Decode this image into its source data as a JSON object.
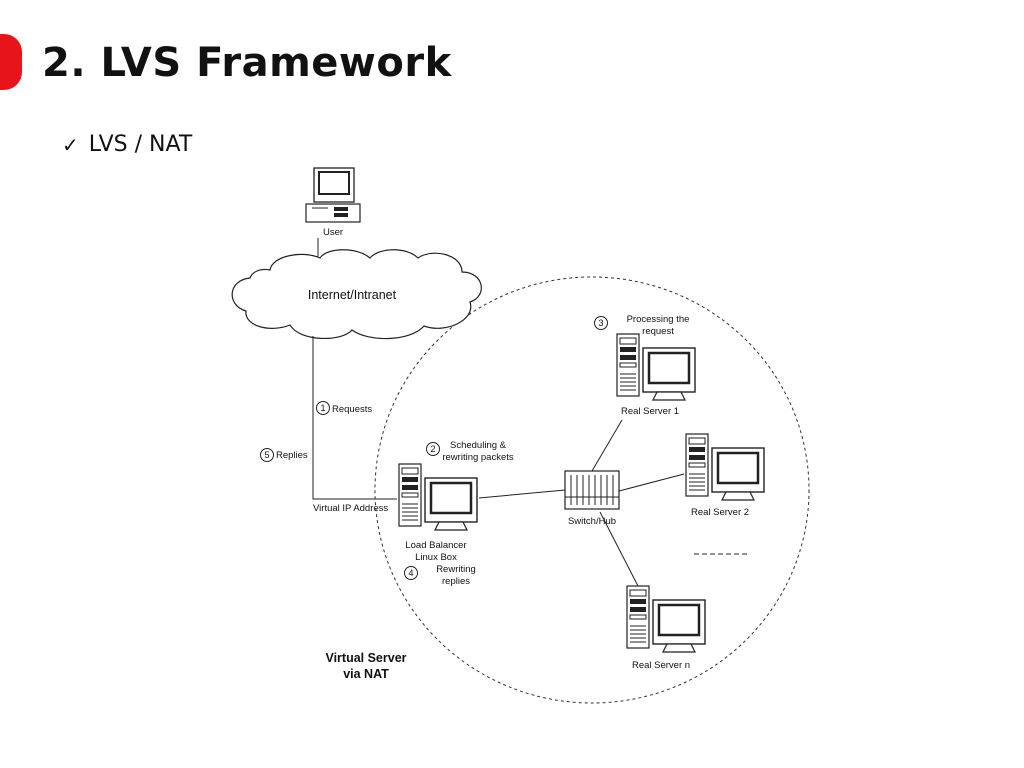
{
  "slide": {
    "title": "2. LVS Framework",
    "bullet": "LVS / NAT"
  },
  "diagram": {
    "user_label": "User",
    "cloud_label": "Internet/Intranet",
    "steps": [
      {
        "num": "1",
        "text_lines": [
          "Requests"
        ]
      },
      {
        "num": "2",
        "text_lines": [
          "Scheduling &",
          "rewriting packets"
        ]
      },
      {
        "num": "3",
        "text_lines": [
          "Processing the",
          "request"
        ]
      },
      {
        "num": "4",
        "text_lines": [
          "Rewriting",
          "replies"
        ]
      },
      {
        "num": "5",
        "text_lines": [
          "Replies"
        ]
      }
    ],
    "vip_label": "Virtual IP Address",
    "load_balancer_lines": [
      "Load Balancer",
      "Linux Box"
    ],
    "switch_label": "Switch/Hub",
    "real_servers": [
      "Real Server 1",
      "Real Server 2",
      "Real Server n"
    ],
    "cluster_label_lines": [
      "Virtual Server",
      "via NAT"
    ]
  },
  "colors": {
    "accent": "#e8141b",
    "line": "#222222",
    "monitor_screen": "#ffffff"
  },
  "icons": [
    "check-icon",
    "desktop-computer-icon",
    "tower-server-icon",
    "switch-icon",
    "cloud-icon"
  ]
}
